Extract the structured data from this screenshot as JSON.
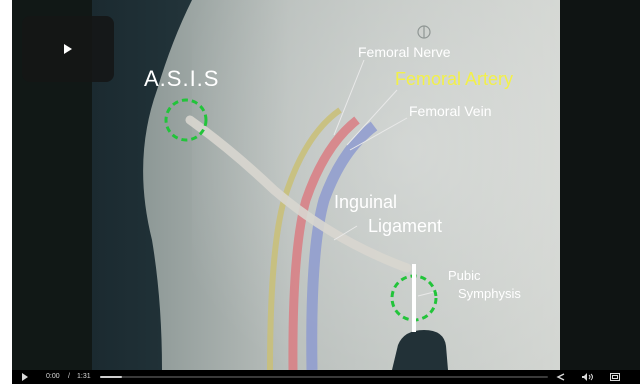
{
  "video": {
    "labels": {
      "asis": "A.S.I.S",
      "femoral_nerve": "Femoral Nerve",
      "femoral_artery": "Femoral Artery",
      "femoral_vein": "Femoral Vein",
      "inguinal_line1": "Inguinal",
      "inguinal_line2": "Ligament",
      "pubic_line1": "Pubic",
      "pubic_line2": "Symphysis"
    }
  },
  "controls": {
    "current_time": "0:00",
    "separator": "/",
    "duration": "1:31",
    "progress_fraction": 0.05,
    "icons": [
      "play-icon",
      "share-icon",
      "volume-icon",
      "fullscreen-icon"
    ]
  },
  "colors": {
    "artery_label": "#f2f04a",
    "nerve": "#c9c07a",
    "artery": "#d97c82",
    "vein": "#8e9bcf",
    "marker_circle": "#22c43a"
  }
}
